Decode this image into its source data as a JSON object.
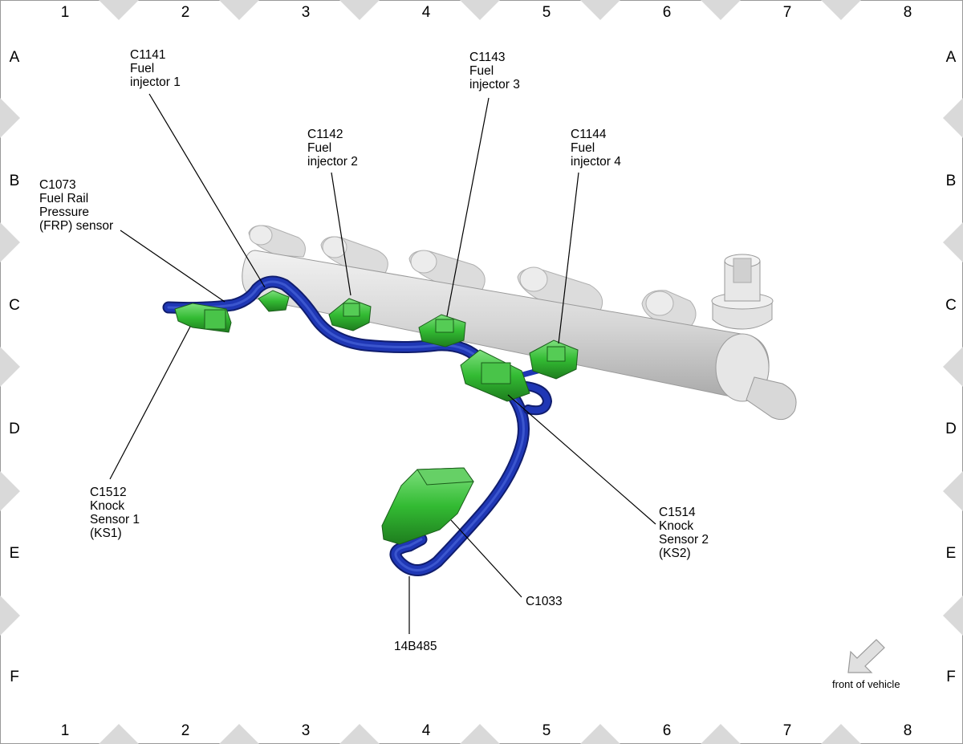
{
  "grid": {
    "columns": [
      "1",
      "2",
      "3",
      "4",
      "5",
      "6",
      "7",
      "8"
    ],
    "rows": [
      "A",
      "B",
      "C",
      "D",
      "E",
      "F"
    ]
  },
  "callouts": {
    "c1141": [
      "C1141",
      "Fuel",
      "injector 1"
    ],
    "c1142": [
      "C1142",
      "Fuel",
      "injector 2"
    ],
    "c1143": [
      "C1143",
      "Fuel",
      "injector 3"
    ],
    "c1144": [
      "C1144",
      "Fuel",
      "injector 4"
    ],
    "c1073": [
      "C1073",
      "Fuel Rail",
      "Pressure",
      "(FRP) sensor"
    ],
    "c1512": [
      "C1512",
      "Knock",
      "Sensor 1",
      "(KS1)"
    ],
    "c1514": [
      "C1514",
      "Knock",
      "Sensor 2",
      "(KS2)"
    ],
    "c1033": [
      "C1033"
    ],
    "h14b485": [
      "14B485"
    ]
  },
  "orientation": {
    "text": "front of vehicle",
    "icon": "arrow-down-left-icon"
  },
  "colors": {
    "harness": "#1a2e9a",
    "connector": "#33bb33",
    "rail": "#cfcfcf"
  }
}
